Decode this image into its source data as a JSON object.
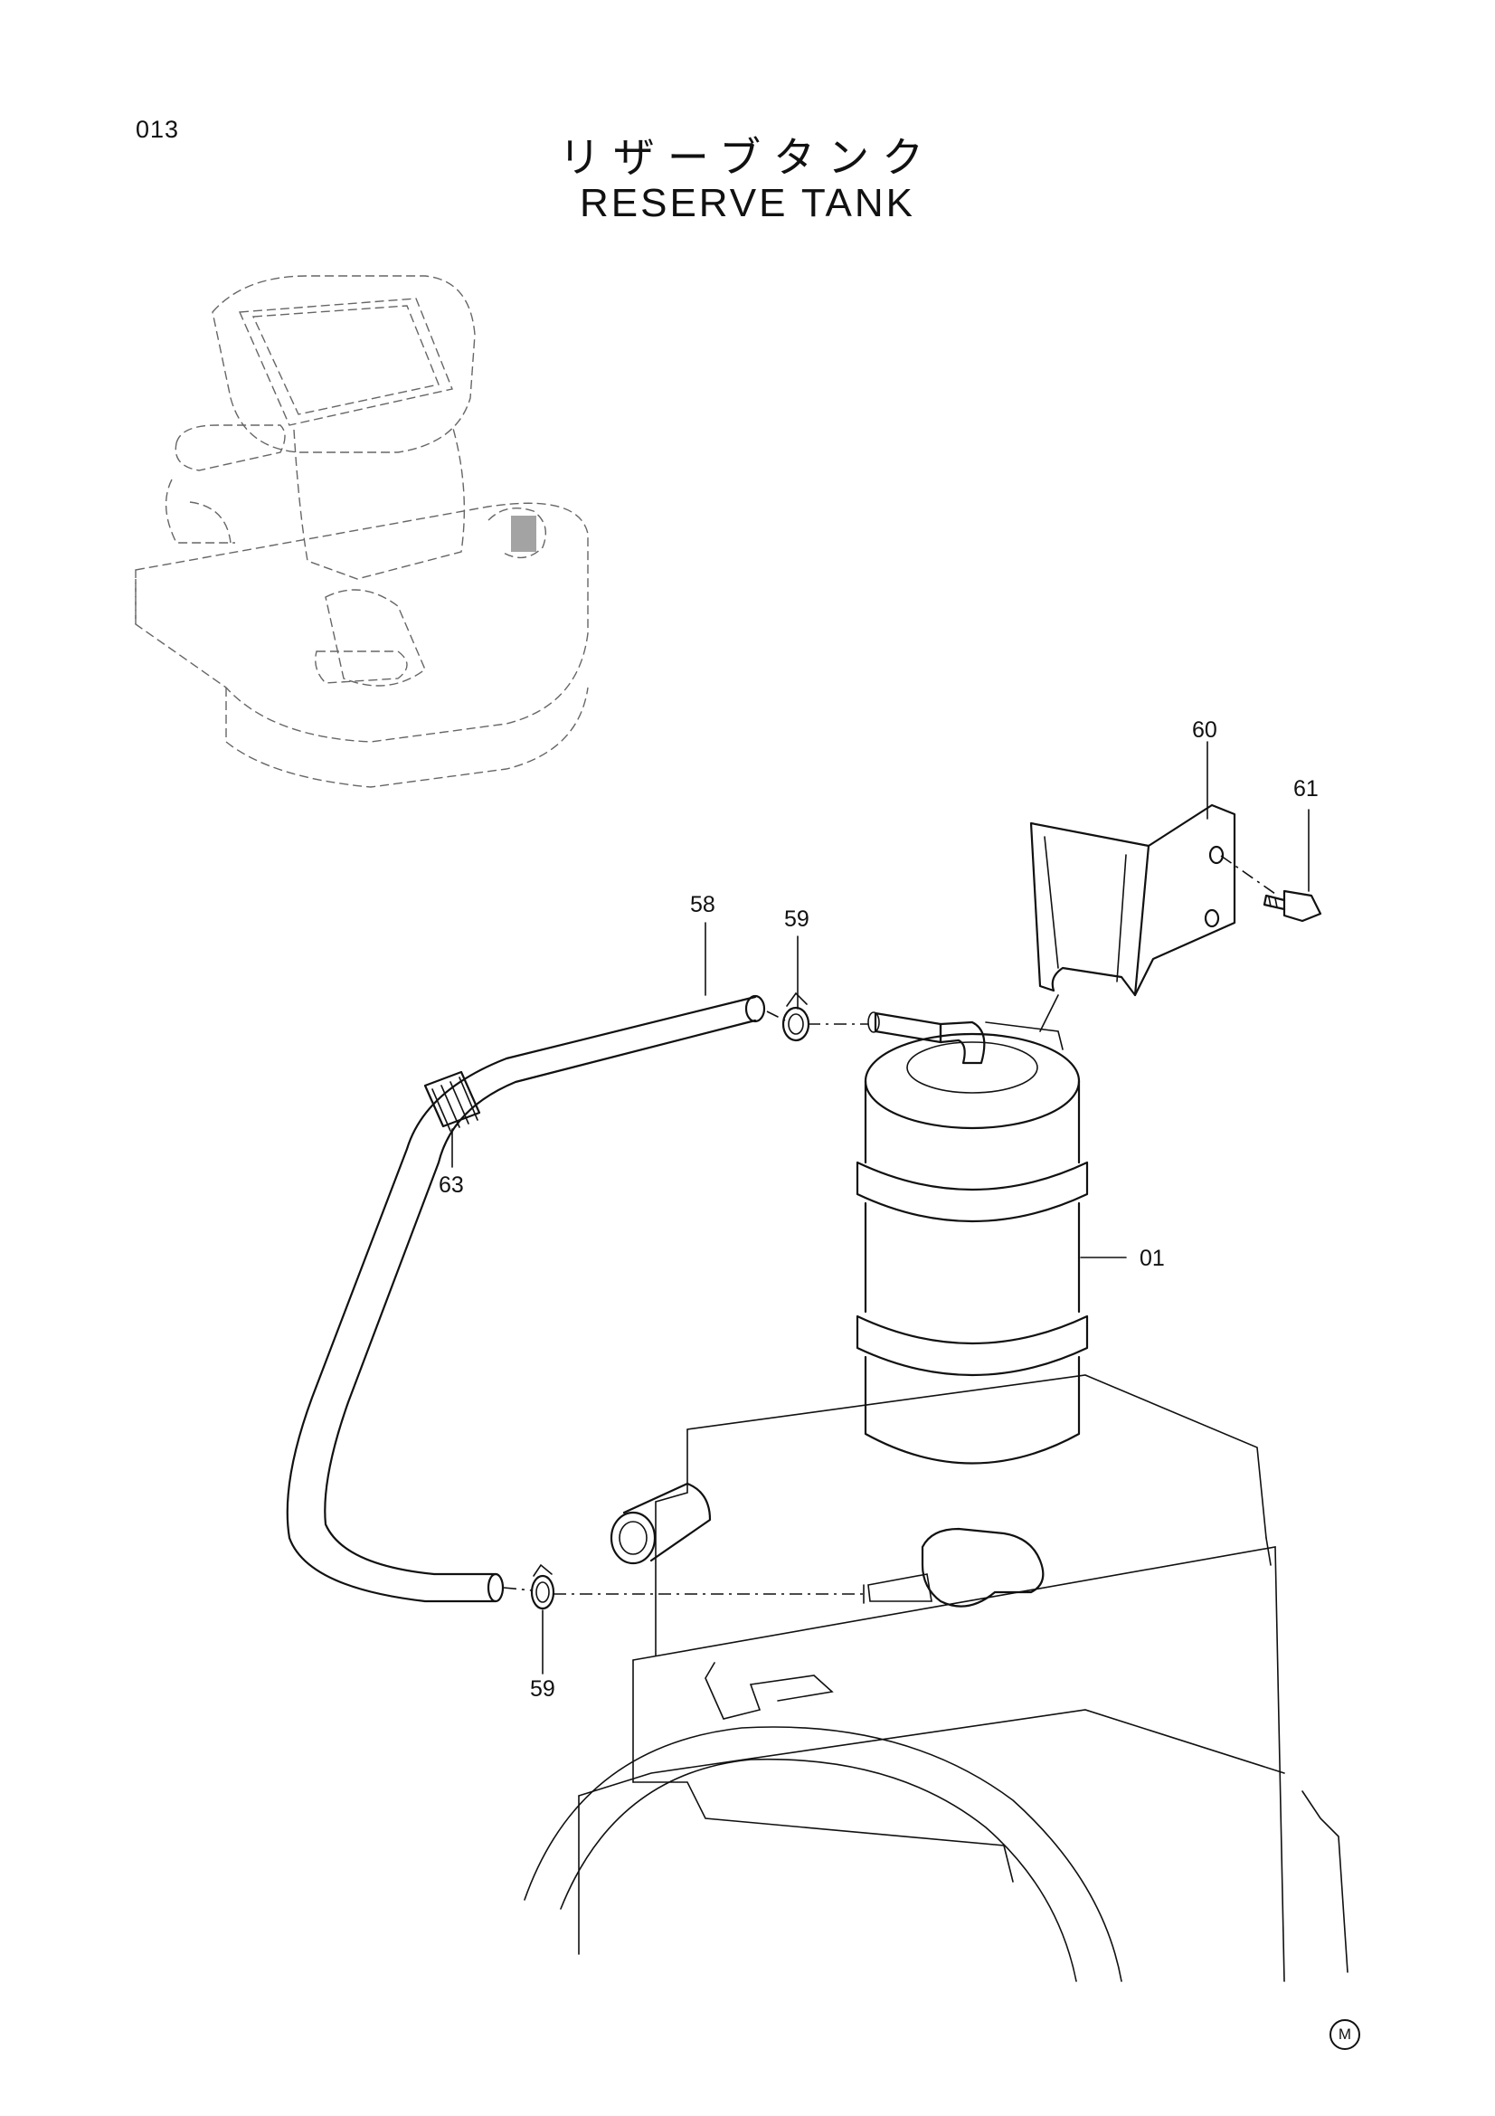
{
  "header": {
    "page_number": "013",
    "title_jp": "リザーブタンク",
    "title_en": "RESERVE TANK"
  },
  "callouts": [
    {
      "id": "01",
      "label": "01"
    },
    {
      "id": "58",
      "label": "58"
    },
    {
      "id": "59a",
      "label": "59"
    },
    {
      "id": "59b",
      "label": "59"
    },
    {
      "id": "60",
      "label": "60"
    },
    {
      "id": "61",
      "label": "61"
    },
    {
      "id": "63",
      "label": "63"
    }
  ],
  "footer": {
    "mark": "M"
  }
}
